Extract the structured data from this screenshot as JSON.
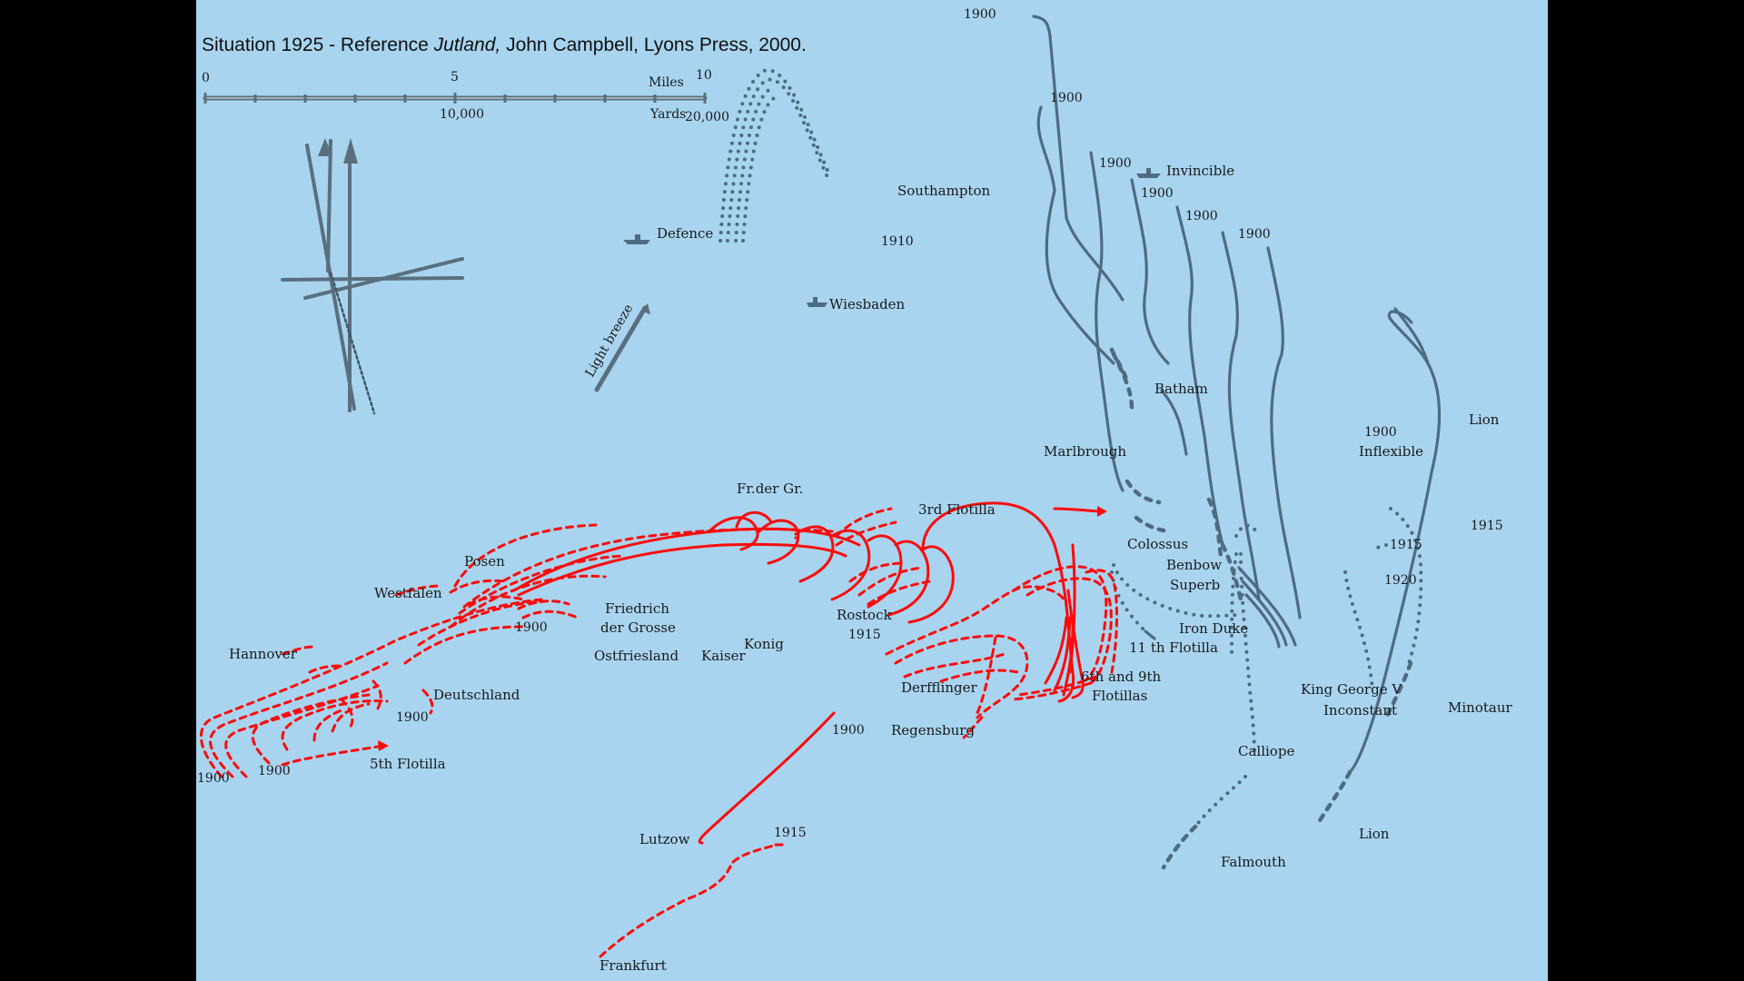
{
  "title": {
    "prefix": "Situation 1925 - Reference ",
    "book": "Jutland,",
    "suffix": " John Campbell, Lyons Press, 2000."
  },
  "scale_bar": {
    "miles_ticks": [
      "0",
      "5",
      "10"
    ],
    "miles_label": "Miles",
    "yards_ticks": [
      "10,000",
      "20,000"
    ],
    "yards_label": "Yards"
  },
  "wind_label": "Light breeze",
  "british_labels": {
    "southampton": "Southampton",
    "defence": "Defence",
    "wiesbaden": "Wiesbaden",
    "invincible": "Invincible",
    "batham": "Batham",
    "marlbrough": "Marlbrough",
    "colossus": "Colossus",
    "benbow": "Benbow",
    "superb": "Superb",
    "iron_duke": "Iron Duke",
    "eleventh_flotilla": "11 th Flotilla",
    "inflexible": "Inflexible",
    "lion_top": "Lion",
    "lion_bottom": "Lion",
    "king_george": "King George V",
    "inconstant": "Inconstant",
    "minotaur": "Minotaur",
    "calliope": "Calliope",
    "falmouth": "Falmouth"
  },
  "german_labels": {
    "fr_der_gr": "Fr.der Gr.",
    "third_flotilla": "3rd Flotilla",
    "posen": "Posen",
    "westfalen": "Westfalen",
    "friedrich_1": "Friedrich",
    "friedrich_2": "der Grosse",
    "rostock": "Rostock",
    "hannover": "Hannover",
    "ostfriesland": "Ostfriesland",
    "kaiser": "Kaiser",
    "konig": "Konig",
    "deutschland": "Deutschland",
    "derfflinger": "Derfflinger",
    "sixth_ninth_1": "6th and 9th",
    "sixth_ninth_2": "Flotillas",
    "regensburg": "Regensburg",
    "fifth_flotilla": "5th Flotilla",
    "lutzow": "Lutzow",
    "frankfurt": "Frankfurt"
  },
  "time_labels": {
    "t1900_top": "1900",
    "t1900_a": "1900",
    "t1900_b": "1900",
    "t1900_c": "1900",
    "t1900_d": "1900",
    "t1900_e": "1900",
    "t1900_inflexible": "1900",
    "t1910": "1910",
    "t1915_right_a": "1915",
    "t1915_right_b": "1915",
    "t1920": "1920",
    "t1900_g1": "1900",
    "t1900_g2": "1900",
    "t1900_g3": "1900",
    "t1900_g4": "1900",
    "t1900_g5": "1900",
    "t1915_rostock": "1915",
    "t1915_lutzow": "1915"
  },
  "colors": {
    "sea": "#a8d4ef",
    "british": "#4f6b80",
    "german": "#ff0a0a",
    "frame": "#000000"
  }
}
